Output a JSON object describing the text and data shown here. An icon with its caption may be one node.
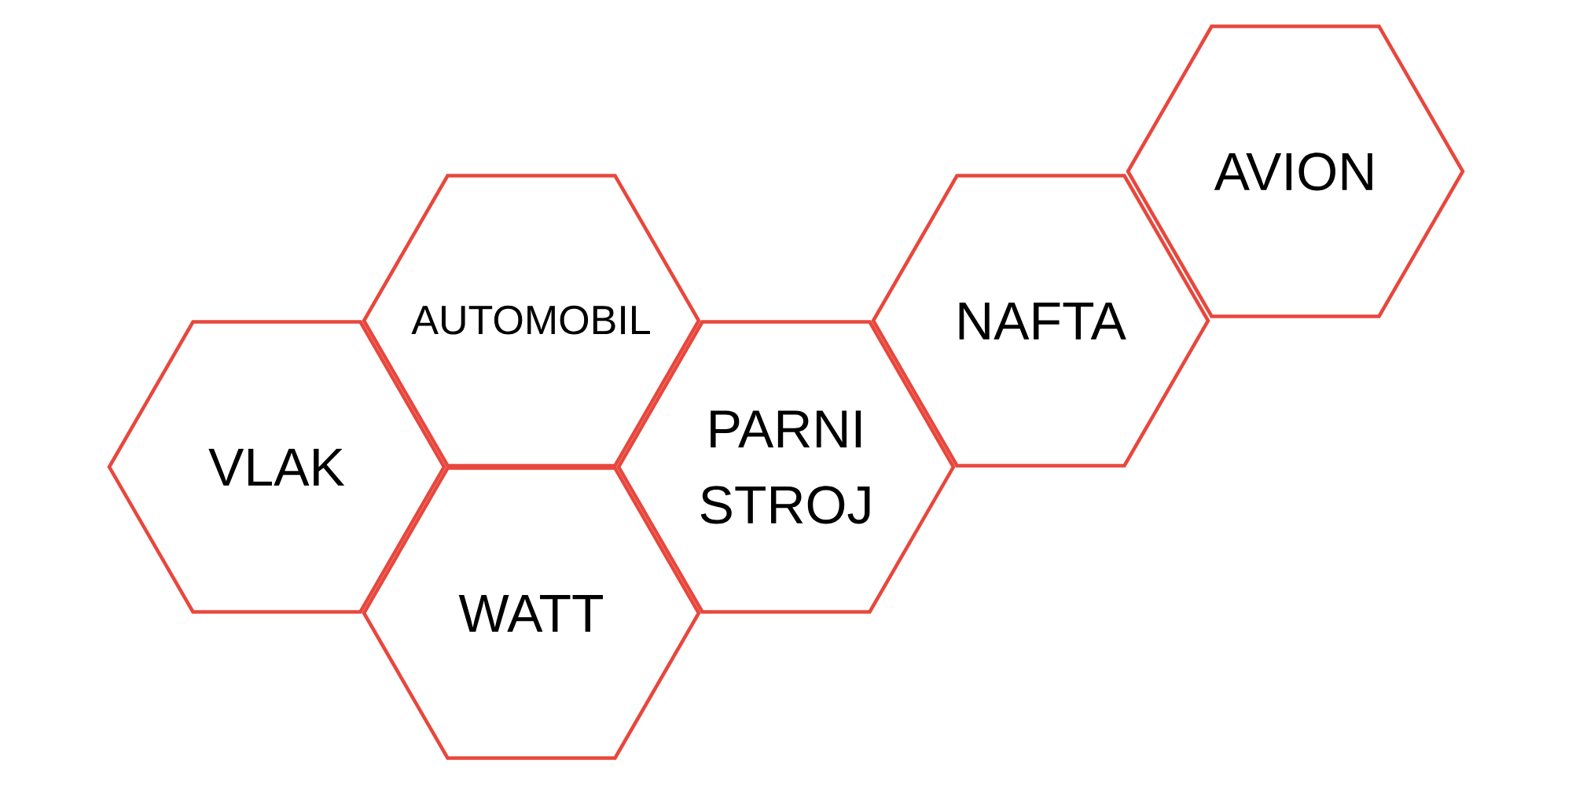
{
  "diagram": {
    "nodes": [
      {
        "text": [
          "VLAK"
        ]
      },
      {
        "text": [
          "AUTOMOBIL"
        ]
      },
      {
        "text": [
          "WATT"
        ]
      },
      {
        "text": [
          "PARNI STROJ"
        ]
      },
      {
        "text": [
          "NAFTA"
        ]
      },
      {
        "text": [
          "AVION"
        ]
      }
    ]
  }
}
